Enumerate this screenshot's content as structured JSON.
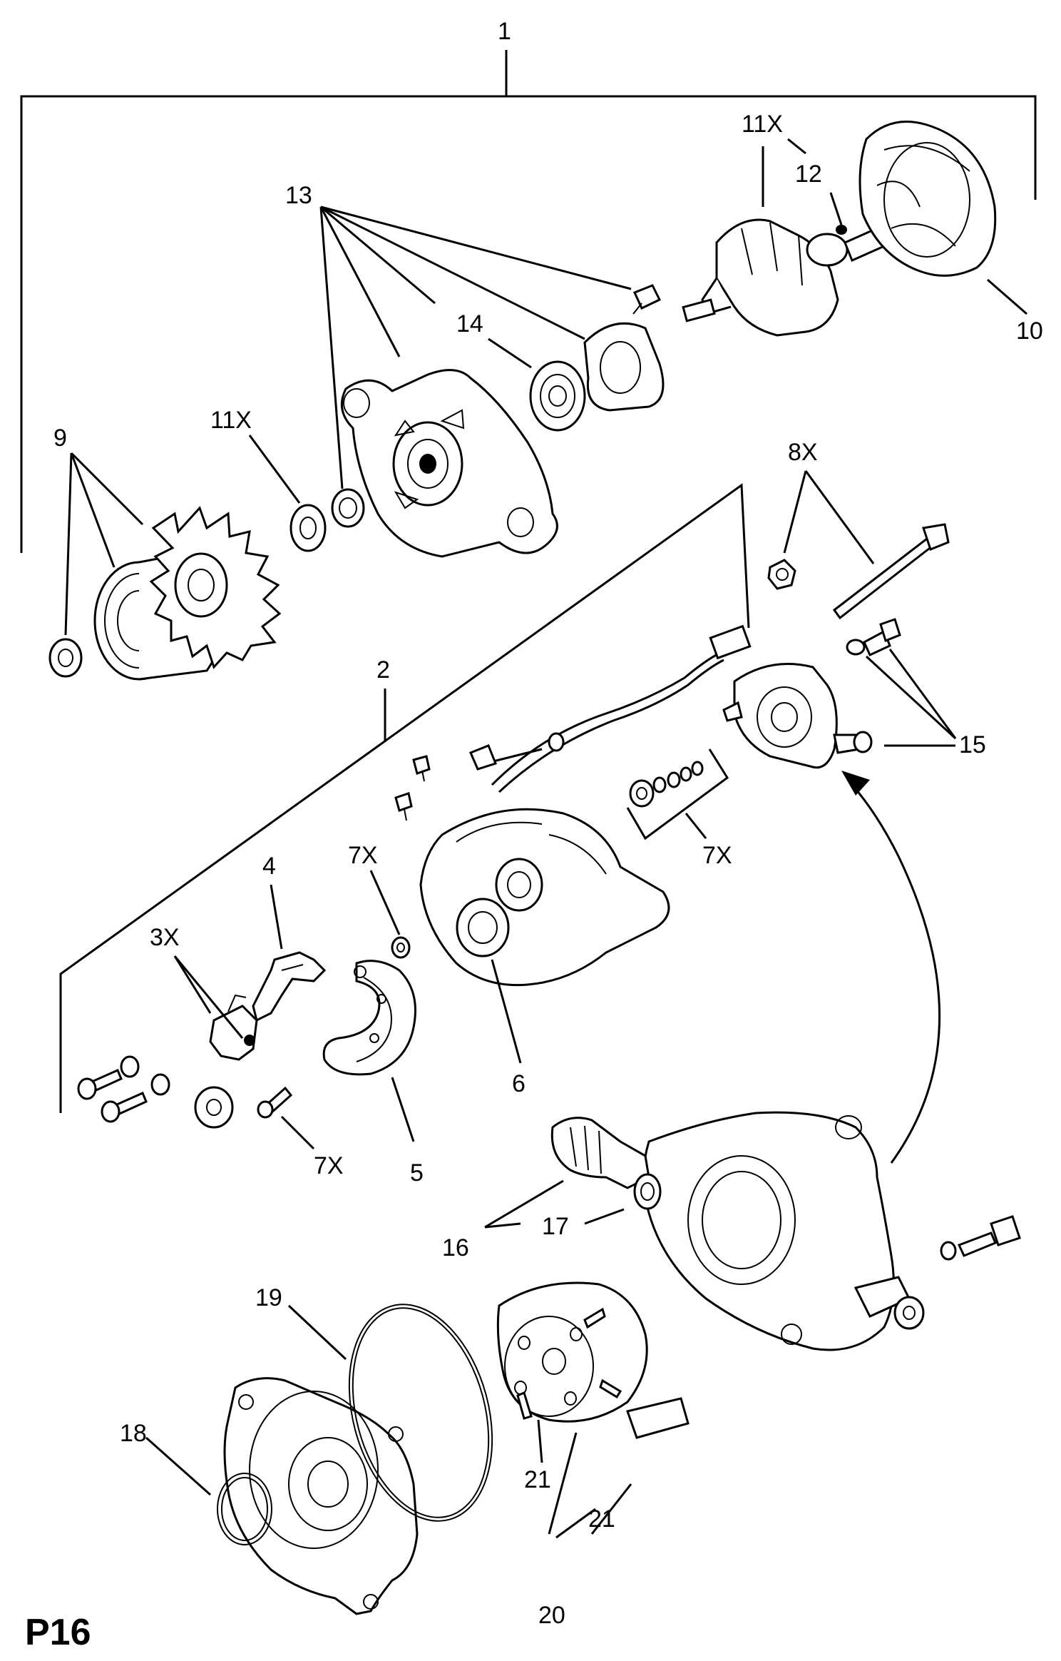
{
  "page_code": "P16",
  "callouts": {
    "c1": "1",
    "c2": "2",
    "c3x": "3X",
    "c4": "4",
    "c5": "5",
    "c6": "6",
    "c7x_a": "7X",
    "c7x_b": "7X",
    "c7x_c": "7X",
    "c8x": "8X",
    "c9": "9",
    "c10": "10",
    "c11x_a": "11X",
    "c11x_b": "11X",
    "c12": "12",
    "c13": "13",
    "c14": "14",
    "c15": "15",
    "c16": "16",
    "c17": "17",
    "c18": "18",
    "c19": "19",
    "c20": "20",
    "c21_a": "21",
    "c21_b": "21"
  }
}
